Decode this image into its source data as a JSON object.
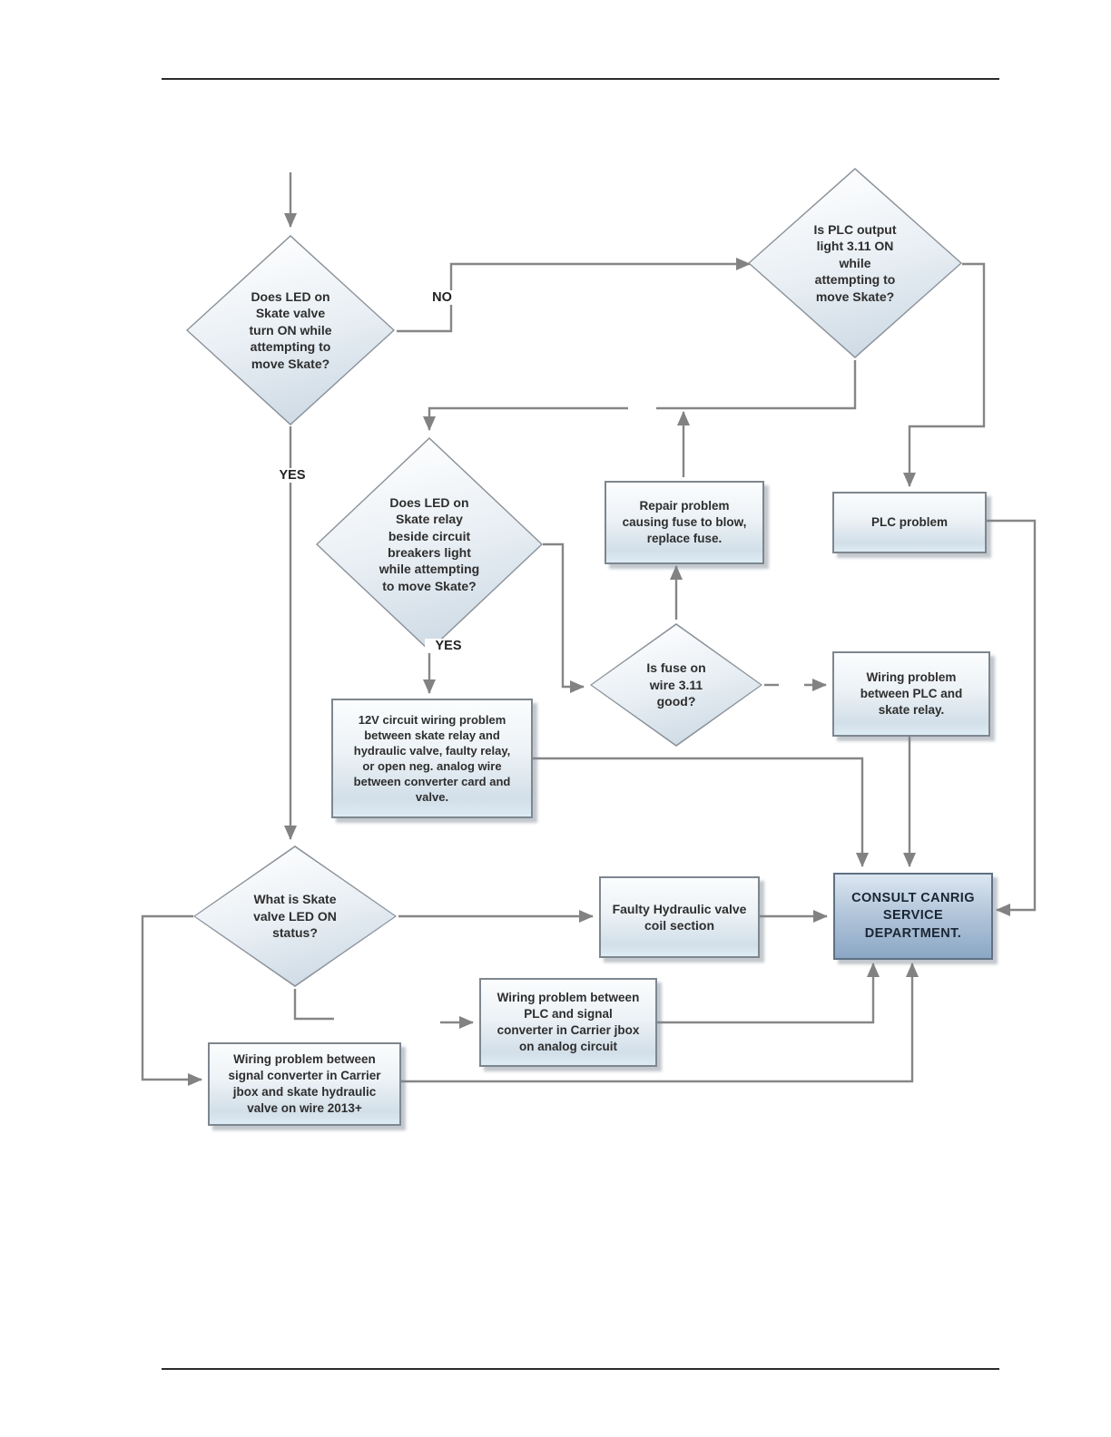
{
  "edge_labels": {
    "no_d1": "NO",
    "yes_d1": "YES",
    "yes_d3": "YES"
  },
  "nodes": {
    "d1": {
      "type": "decision",
      "text": "Does LED on\nSkate valve\nturn ON while\nattempting to\nmove Skate?"
    },
    "d2": {
      "type": "decision",
      "text": "Is PLC output\nlight 3.11 ON\nwhile\nattempting to\nmove Skate?"
    },
    "d3": {
      "type": "decision",
      "text": "Does LED on\nSkate relay\nbeside circuit\nbreakers light\nwhile attempting\nto move Skate?"
    },
    "fuse": {
      "type": "decision",
      "text": "Is fuse on\nwire 3.11\ngood?"
    },
    "d4": {
      "type": "decision",
      "text": "What is Skate\nvalve LED ON\nstatus?"
    },
    "repair": {
      "type": "process",
      "text": "Repair problem\ncausing fuse to blow,\nreplace fuse."
    },
    "plc_problem": {
      "type": "process",
      "text": "PLC problem"
    },
    "wiring_relay": {
      "type": "process",
      "text": "Wiring problem\nbetween PLC and\nskate relay."
    },
    "v12": {
      "type": "process",
      "text": "12V circuit wiring problem\nbetween skate relay and\nhydraulic valve, faulty relay,\nor open neg. analog wire\nbetween converter card and\nvalve."
    },
    "faulty": {
      "type": "process",
      "text": "Faulty Hydraulic valve\ncoil section"
    },
    "consult": {
      "type": "process",
      "text": "CONSULT CANRIG\nSERVICE\nDEPARTMENT."
    },
    "analog": {
      "type": "process",
      "text": "Wiring problem between\nPLC and signal\nconverter in Carrier jbox\non analog circuit"
    },
    "b2013": {
      "type": "process",
      "text": "Wiring problem between\nsignal converter in Carrier\njbox and skate hydraulic\nvalve on wire 2013+"
    }
  }
}
